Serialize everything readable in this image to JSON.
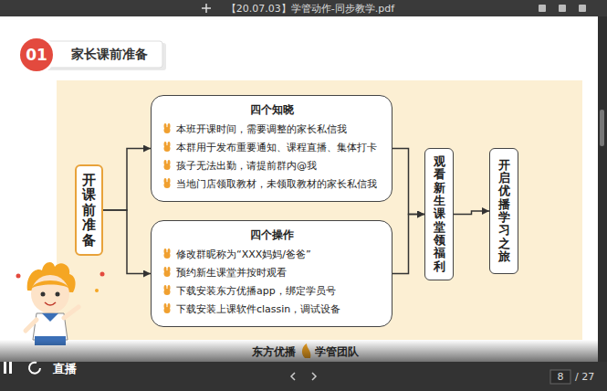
{
  "diagram": {
    "nodes": [
      {
        "text": [
          "开课前准备"
        ]
      },
      {
        "text": [
          "四个知晓",
          "本班开课时间，需要调整的家长私信我",
          "本群用于发布重要通知、课程直播、集体打卡",
          "孩子无法出勤，请提前群内@我",
          "当地门店领取教材，未领取教材的家长私信我"
        ]
      },
      {
        "text": [
          "四个操作",
          "修改群昵称为“XXX妈妈/爸爸”",
          "预约新生课堂并按时观看",
          "下载安装东方优播app，绑定学员号",
          "下载安装上课软件classin，调试设备"
        ]
      },
      {
        "text": [
          "观看新生课堂领福利"
        ]
      },
      {
        "text": [
          "开启优播学习之旅"
        ]
      }
    ],
    "edges": [
      {
        "from": 0,
        "to": 1,
        "arrow": "to"
      },
      {
        "from": 0,
        "to": 2,
        "arrow": "to"
      },
      {
        "from": 1,
        "to": 3,
        "arrow": "to"
      },
      {
        "from": 2,
        "to": 3,
        "arrow": "to"
      },
      {
        "from": 3,
        "to": 4,
        "arrow": "to"
      }
    ],
    "labels": [
      "【20.07.03】学管动作-同步教学.pdf",
      "01",
      "家长课前准备",
      "东方优播",
      "学管团队",
      "直播",
      "8",
      "/ 27"
    ]
  }
}
